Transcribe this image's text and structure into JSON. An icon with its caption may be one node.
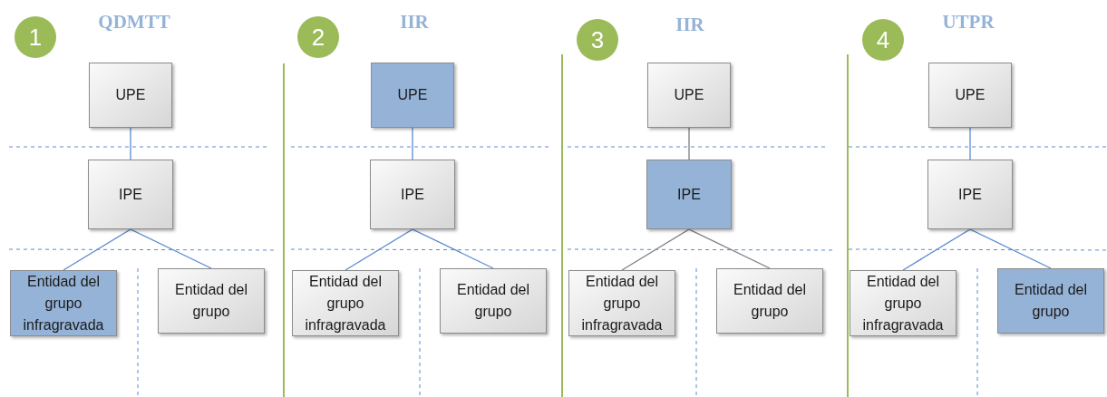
{
  "diagram": {
    "nodes": [
      {
        "text": [
          "1"
        ]
      },
      {
        "text": [
          "UPE"
        ]
      },
      {
        "text": [
          "IPE"
        ]
      },
      {
        "text": [
          "Entidad del grupo infragravada"
        ]
      },
      {
        "text": [
          "Entidad del grupo"
        ]
      },
      {
        "text": [
          "2"
        ]
      },
      {
        "text": [
          "UPE"
        ]
      },
      {
        "text": [
          "IPE"
        ]
      },
      {
        "text": [
          "Entidad del grupo infragravada"
        ]
      },
      {
        "text": [
          "Entidad del grupo"
        ]
      },
      {
        "text": [
          "3"
        ]
      },
      {
        "text": [
          "UPE"
        ]
      },
      {
        "text": [
          "IPE"
        ]
      },
      {
        "text": [
          "Entidad del grupo infragravada"
        ]
      },
      {
        "text": [
          "Entidad del grupo"
        ]
      },
      {
        "text": [
          "4"
        ]
      },
      {
        "text": [
          "UPE"
        ]
      },
      {
        "text": [
          "IPE"
        ]
      },
      {
        "text": [
          "Entidad del grupo infragravada"
        ]
      },
      {
        "text": [
          "Entidad del grupo"
        ]
      }
    ],
    "edges": [
      {
        "from": 1,
        "to": 2,
        "arrow": "none"
      },
      {
        "from": 2,
        "to": 3,
        "arrow": "none"
      },
      {
        "from": 2,
        "to": 4,
        "arrow": "none"
      },
      {
        "from": 6,
        "to": 7,
        "arrow": "none"
      },
      {
        "from": 7,
        "to": 8,
        "arrow": "none"
      },
      {
        "from": 7,
        "to": 9,
        "arrow": "none"
      },
      {
        "from": 11,
        "to": 12,
        "arrow": "none",
        "color": "#7f7f7f"
      },
      {
        "from": 12,
        "to": 13,
        "arrow": "none",
        "color": "#7f7f7f"
      },
      {
        "from": 12,
        "to": 14,
        "arrow": "none",
        "color": "#7f7f7f"
      },
      {
        "from": 16,
        "to": 17,
        "arrow": "none"
      },
      {
        "from": 17,
        "to": 18,
        "arrow": "none"
      },
      {
        "from": 17,
        "to": 19,
        "arrow": "none"
      }
    ],
    "labels": [
      "QDMTT",
      "IIR",
      "IIR",
      "UTPR"
    ]
  }
}
